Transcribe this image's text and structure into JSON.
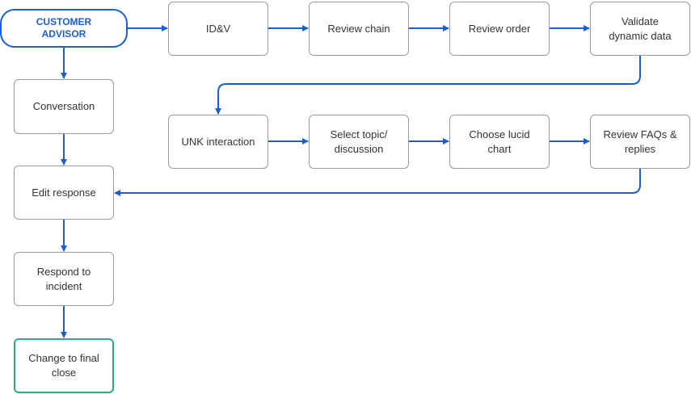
{
  "colors": {
    "connector": "#1a5fd0",
    "start_border": "#1a5fd0",
    "final_border": "#27b07a",
    "node_border": "#9a9a9a"
  },
  "nodes": {
    "customer_advisor": "CUSTOMER\nADVISOR",
    "idv": "ID&V",
    "review_chain": "Review chain",
    "review_order": "Review order",
    "validate_dynamic_data": "Validate\ndynamic data",
    "conversation": "Conversation",
    "unk_interaction": "UNK interaction",
    "select_topic": "Select topic/\ndiscussion",
    "choose_lucid_chart": "Choose lucid\nchart",
    "review_faqs": "Review FAQs &\nreplies",
    "edit_response": "Edit response",
    "respond_to_incident": "Respond to\nincident",
    "change_to_final_close": "Change to final\nclose"
  }
}
